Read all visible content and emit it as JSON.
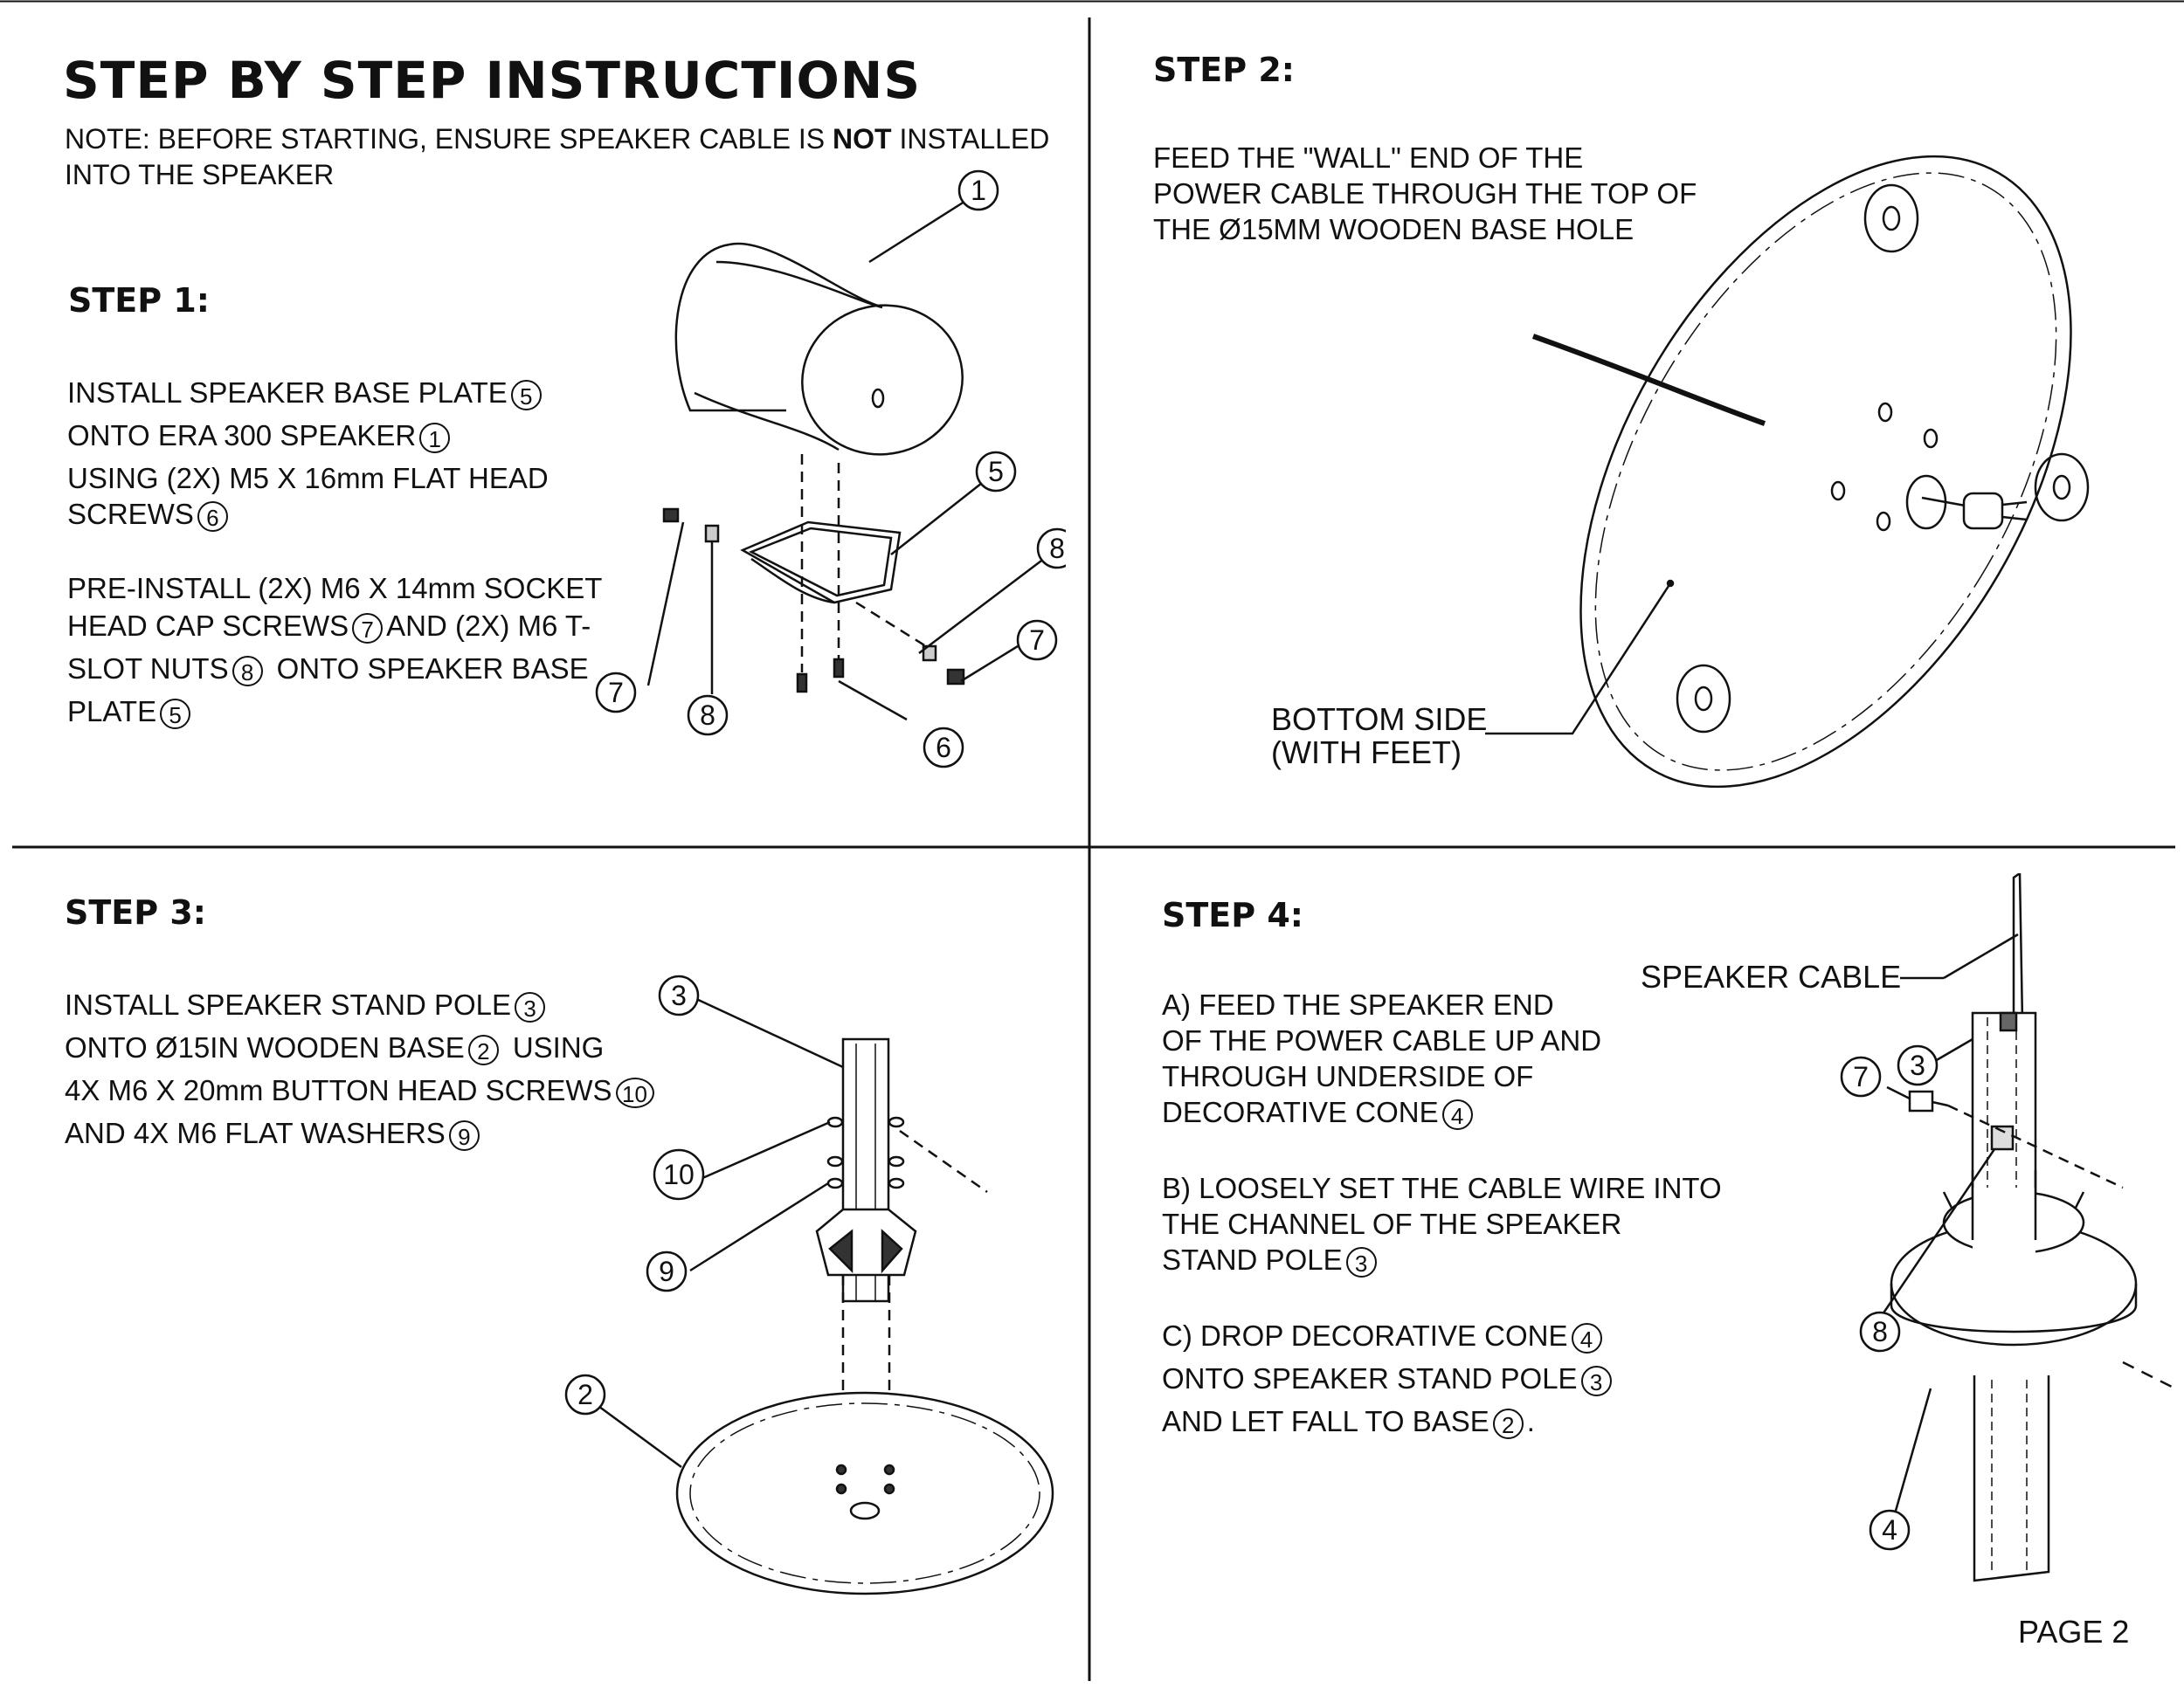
{
  "header": {
    "title": "STEP BY STEP INSTRUCTIONS",
    "note_line1_pre": "NOTE: BEFORE STARTING, ENSURE SPEAKER CABLE IS ",
    "note_line1_bold": "NOT",
    "note_line1_post": " INSTALLED",
    "note_line2": "INTO THE SPEAKER"
  },
  "step1": {
    "heading": "STEP 1:",
    "l1": "INSTALL SPEAKER BASE PLATE",
    "l1_ref": "5",
    "l2": "ONTO ERA 300 SPEAKER",
    "l2_ref": "1",
    "l3": "USING (2X) M5 X 16mm FLAT HEAD",
    "l4": "SCREWS",
    "l4_ref": "6",
    "l5": "PRE-INSTALL (2X) M6 X 14mm SOCKET",
    "l6a": "HEAD CAP SCREWS",
    "l6_ref": "7",
    "l6b": "AND (2X) M6 T-",
    "l7a": "SLOT NUTS",
    "l7_ref": "8",
    "l7b": "ONTO SPEAKER BASE",
    "l8": "PLATE",
    "l8_ref": "5",
    "callouts": [
      "1",
      "5",
      "8",
      "7",
      "7",
      "8",
      "6"
    ]
  },
  "step2": {
    "heading": "STEP 2:",
    "l1": "FEED THE \"WALL\" END OF THE",
    "l2": "POWER CABLE THROUGH THE TOP OF",
    "l3": "THE Ø15MM WOODEN BASE HOLE",
    "label1": "BOTTOM SIDE",
    "label2": "(WITH FEET)"
  },
  "step3": {
    "heading": "STEP 3:",
    "l1": "INSTALL SPEAKER STAND POLE",
    "l1_ref": "3",
    "l2a": "ONTO Ø15IN WOODEN BASE",
    "l2_ref": "2",
    "l2b": "USING",
    "l3": "4X M6 X 20mm BUTTON HEAD SCREWS",
    "l3_ref": "10",
    "l4": "AND 4X M6 FLAT WASHERS",
    "l4_ref": "9",
    "callouts": [
      "3",
      "10",
      "9",
      "2"
    ]
  },
  "step4": {
    "heading": "STEP 4:",
    "a1": "A) FEED THE SPEAKER END",
    "a2": "OF THE POWER CABLE UP AND",
    "a3": "THROUGH UNDERSIDE OF",
    "a4": "DECORATIVE CONE",
    "a4_ref": "4",
    "b1": "B) LOOSELY SET THE CABLE WIRE INTO",
    "b2": "THE CHANNEL OF THE SPEAKER",
    "b3": "STAND POLE",
    "b3_ref": "3",
    "c1": "C) DROP DECORATIVE CONE",
    "c1_ref": "4",
    "c2": "ONTO SPEAKER STAND POLE",
    "c2_ref": "3",
    "c3": "AND LET FALL TO BASE",
    "c3_ref": "2",
    "c3_end": ".",
    "cable_label": "SPEAKER CABLE",
    "callouts": [
      "7",
      "3",
      "8",
      "4"
    ]
  },
  "footer": {
    "page": "PAGE 2"
  }
}
